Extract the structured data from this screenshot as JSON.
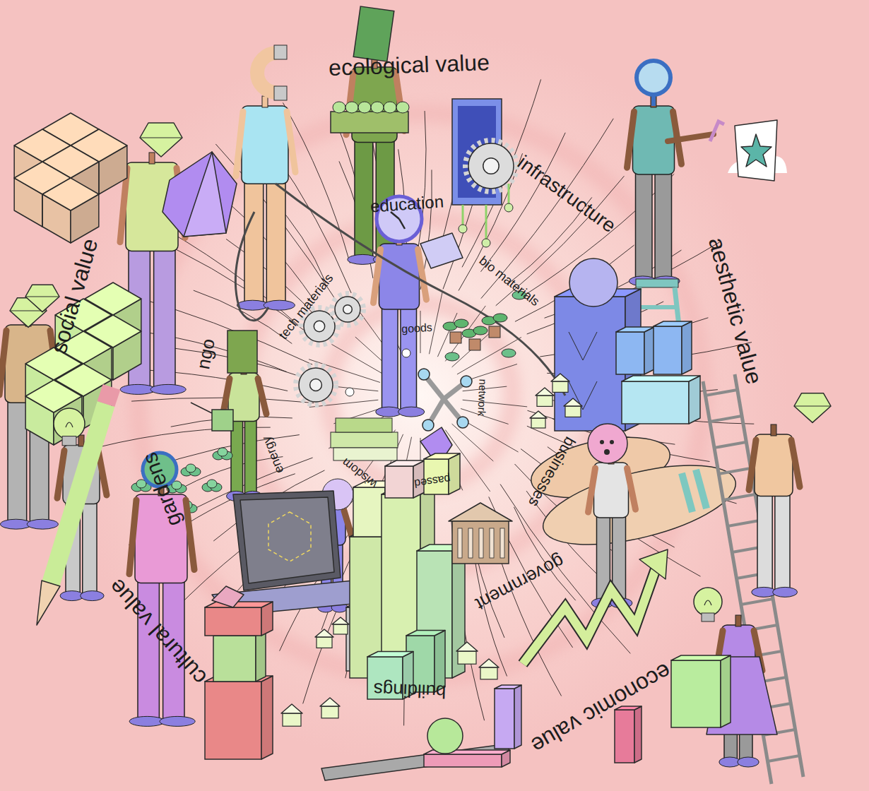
{
  "diagram": {
    "labels": [
      "ecological value",
      "infrastructure",
      "aesthetic value",
      "education",
      "bio materials",
      "tech materials",
      "goods",
      "network",
      "ngo",
      "social value",
      "energy",
      "wisdom",
      "passed",
      "businesses",
      "government",
      "gardens",
      "buildings",
      "economic value",
      "cultural value"
    ]
  }
}
